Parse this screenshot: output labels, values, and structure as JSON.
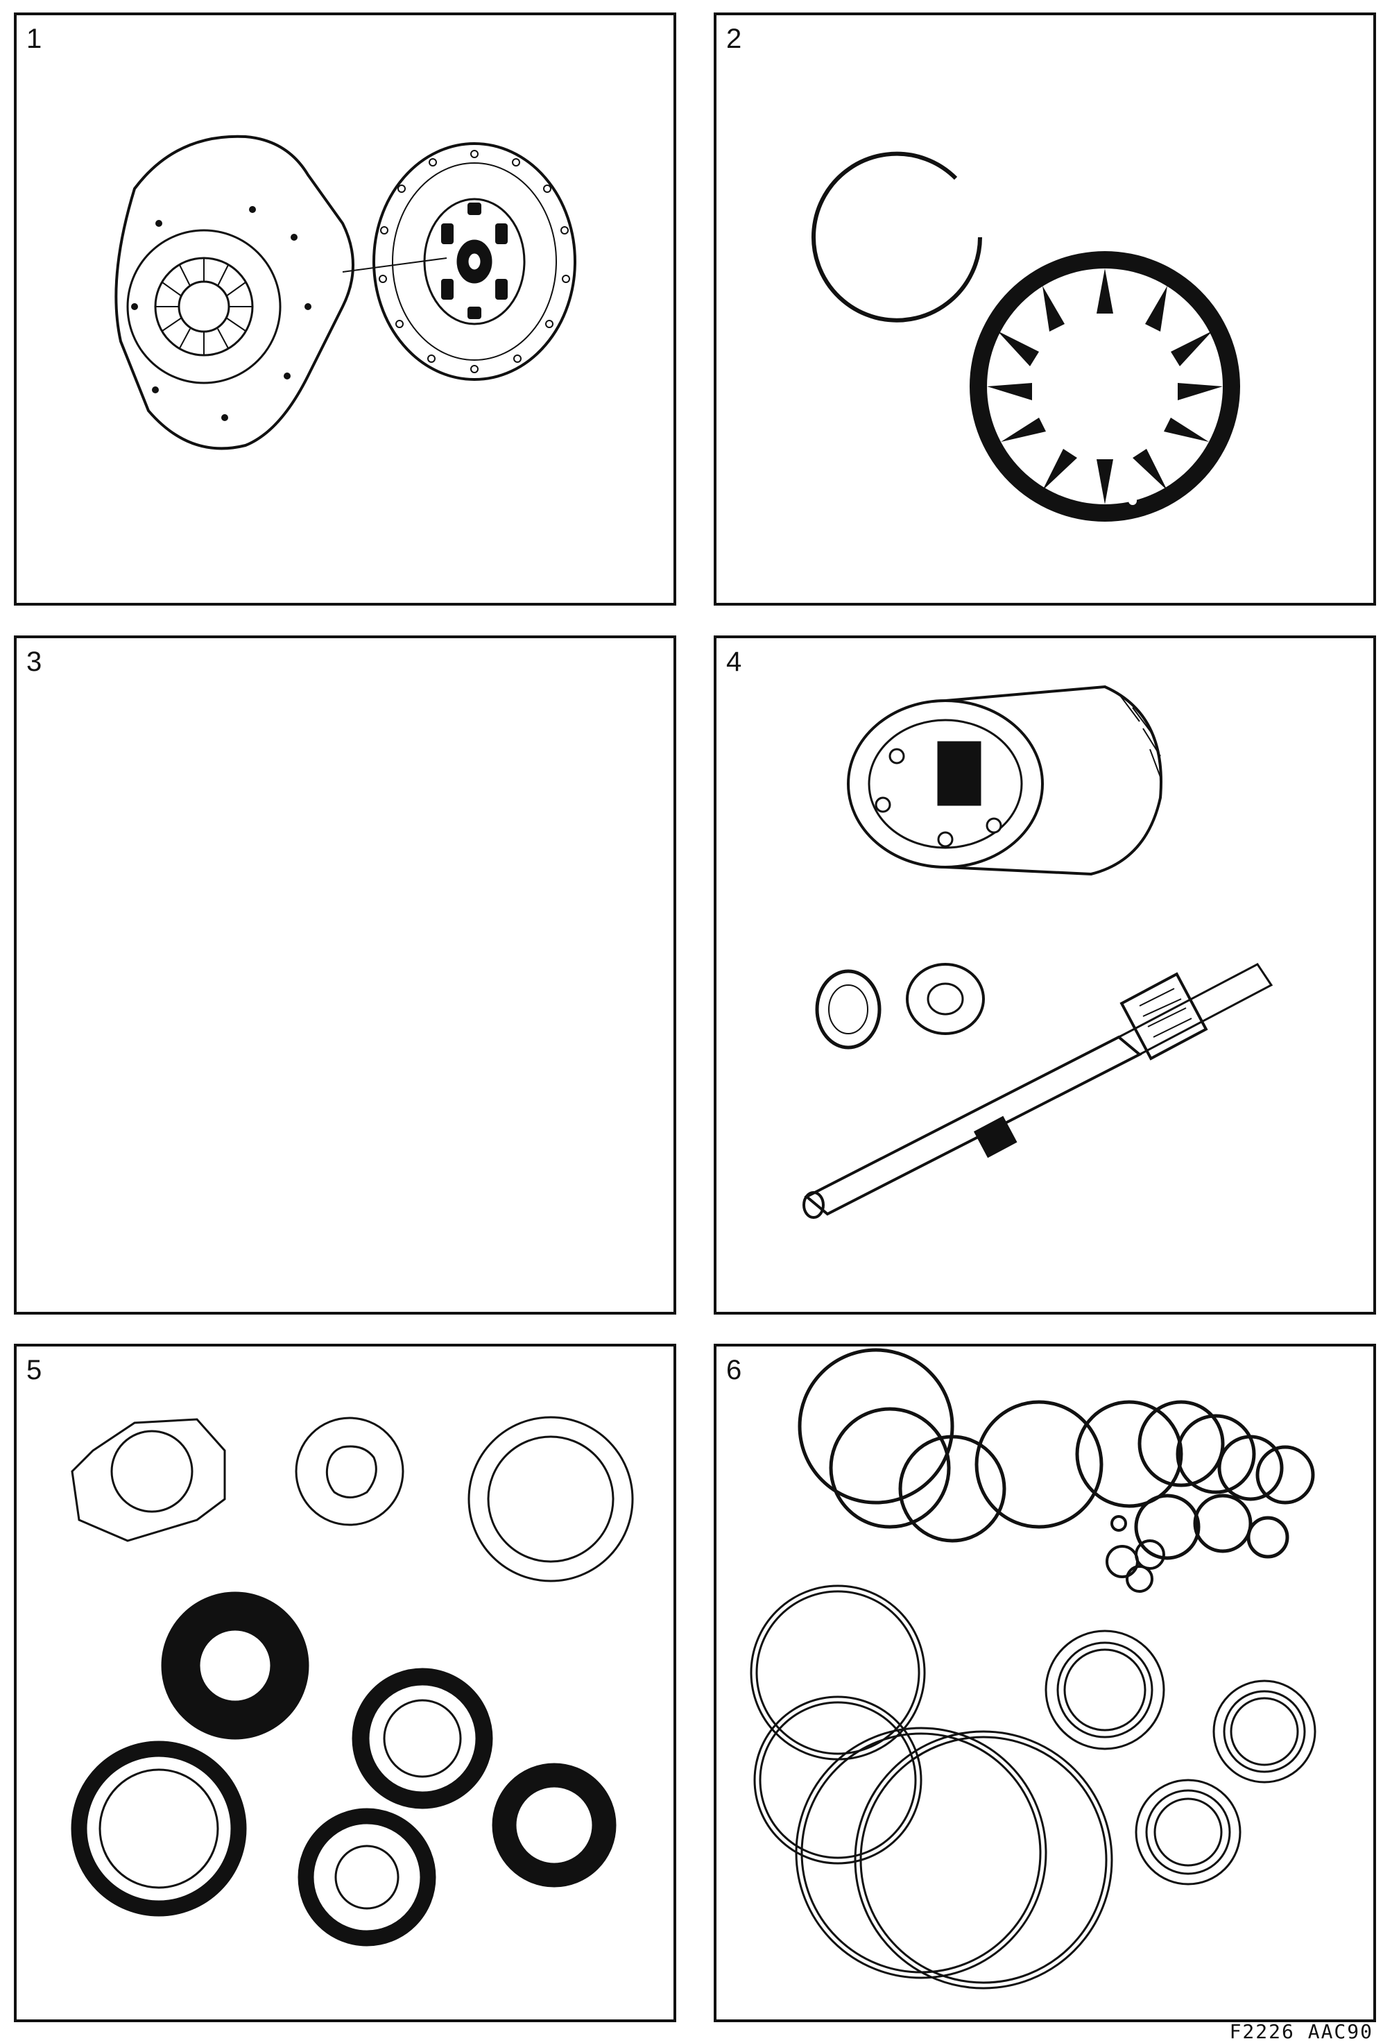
{
  "panels": [
    {
      "number": "1",
      "content": "clutch-assembly"
    },
    {
      "number": "2",
      "content": "snap-ring-and-spring-plate"
    },
    {
      "number": "3",
      "content": "empty"
    },
    {
      "number": "4",
      "content": "differential-and-input-shaft"
    },
    {
      "number": "5",
      "content": "washers-and-thrust-bearings"
    },
    {
      "number": "6",
      "content": "o-rings-and-seals"
    }
  ],
  "footer": {
    "reference_code": "F2226  AAC90"
  },
  "colors": {
    "line": "#111111",
    "background": "#ffffff"
  }
}
